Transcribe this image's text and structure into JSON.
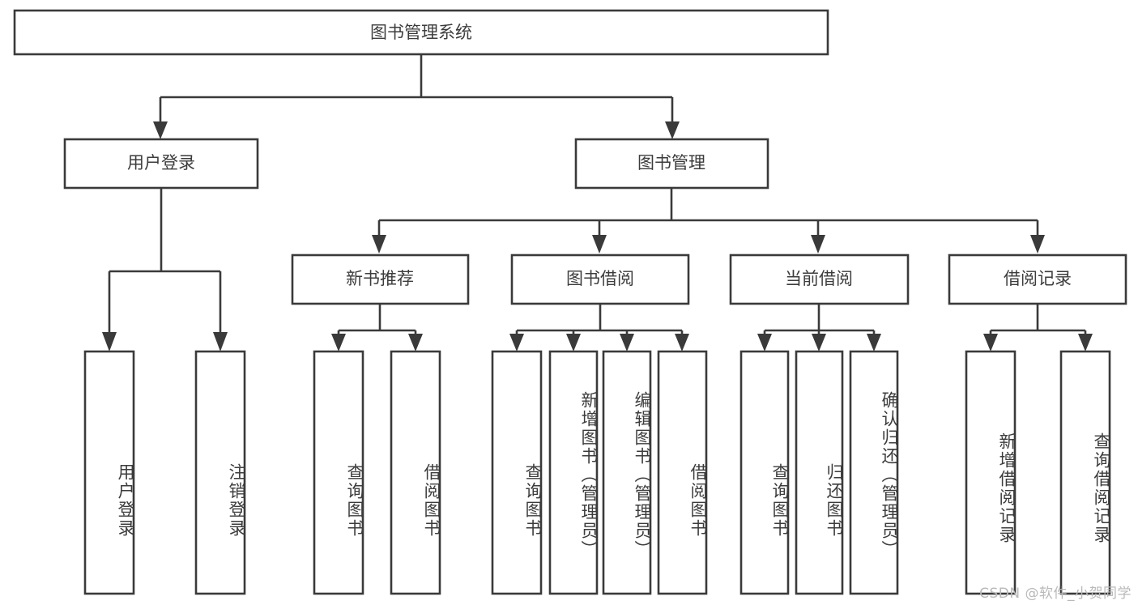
{
  "diagram": {
    "title": "图书管理系统",
    "watermark": "CSDN @软件_小贺同学",
    "colors": {
      "stroke": "#3a3a3a",
      "fill": "#ffffff",
      "text": "#3c3c3c",
      "watermark": "#b9b9b9"
    },
    "levels": {
      "root": {
        "label": "图书管理系统"
      },
      "level2": [
        {
          "id": "user-login",
          "label": "用户登录"
        },
        {
          "id": "book-management",
          "label": "图书管理"
        }
      ],
      "level3": [
        {
          "id": "new-book-recommend",
          "label": "新书推荐",
          "parent": "book-management"
        },
        {
          "id": "book-borrow",
          "label": "图书借阅",
          "parent": "book-management"
        },
        {
          "id": "current-borrow",
          "label": "当前借阅",
          "parent": "book-management"
        },
        {
          "id": "borrow-record",
          "label": "借阅记录",
          "parent": "book-management"
        }
      ],
      "leaves": [
        {
          "id": "leaf-user-login",
          "label": "用户登录",
          "parent": "user-login"
        },
        {
          "id": "leaf-logout-login",
          "label": "注销登录",
          "parent": "user-login"
        },
        {
          "id": "leaf-query-book-1",
          "label": "查询图书",
          "parent": "new-book-recommend"
        },
        {
          "id": "leaf-borrow-book-1",
          "label": "借阅图书",
          "parent": "new-book-recommend"
        },
        {
          "id": "leaf-query-book-2",
          "label": "查询图书",
          "parent": "book-borrow"
        },
        {
          "id": "leaf-add-book",
          "label": "新增图书（管理员）",
          "parent": "book-borrow"
        },
        {
          "id": "leaf-edit-book",
          "label": "编辑图书（管理员）",
          "parent": "book-borrow"
        },
        {
          "id": "leaf-borrow-book-2",
          "label": "借阅图书",
          "parent": "book-borrow"
        },
        {
          "id": "leaf-query-book-3",
          "label": "查询图书",
          "parent": "current-borrow"
        },
        {
          "id": "leaf-return-book",
          "label": "归还图书",
          "parent": "current-borrow"
        },
        {
          "id": "leaf-confirm-return",
          "label": "确认归还（管理员）",
          "parent": "current-borrow"
        },
        {
          "id": "leaf-add-record",
          "label": "新增借阅记录",
          "parent": "borrow-record"
        },
        {
          "id": "leaf-query-record",
          "label": "查询借阅记录",
          "parent": "borrow-record"
        }
      ]
    }
  }
}
